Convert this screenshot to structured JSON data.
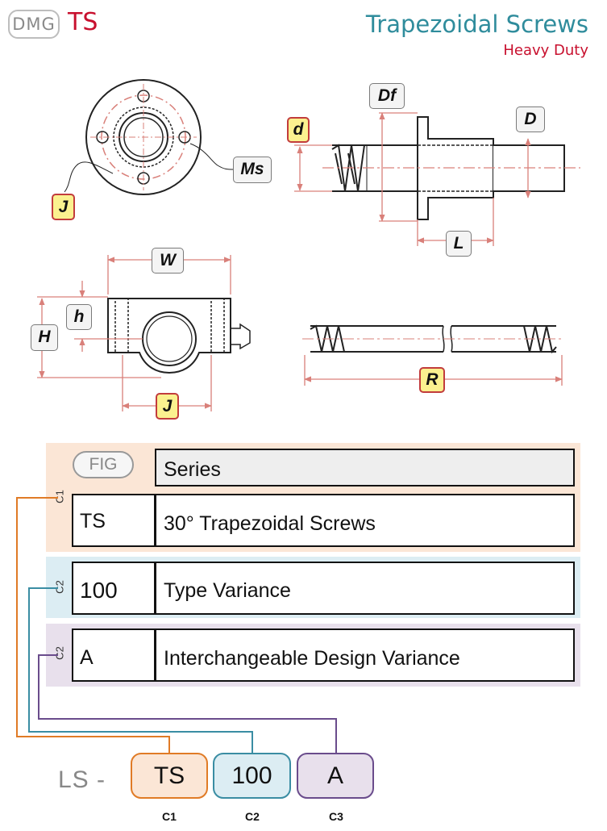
{
  "header": {
    "brand": "DMG",
    "code": "TS",
    "title": "Trapezoidal Screws",
    "subtitle": "Heavy Duty"
  },
  "dimension_labels": {
    "df": "Df",
    "d_small": "d",
    "d_large": "D",
    "ms": "Ms",
    "j_top": "J",
    "l": "L",
    "w": "W",
    "h_small": "h",
    "h_large": "H",
    "j_bottom": "J",
    "r": "R"
  },
  "table": {
    "fig_label": "FIG",
    "series_label": "Series",
    "rows": [
      {
        "group": "C1",
        "code": "TS",
        "description": "30°  Trapezoidal Screws"
      },
      {
        "group": "C2",
        "code": "100",
        "description": "Type Variance"
      },
      {
        "group": "C2",
        "code": "A",
        "description": "Interchangeable Design Variance"
      }
    ]
  },
  "part_number": {
    "prefix": "LS -",
    "codes": [
      {
        "value": "TS",
        "caption": "C1",
        "fill": "#fbe6d6",
        "border": "#e07b26"
      },
      {
        "value": "100",
        "caption": "C2",
        "fill": "#dcedf3",
        "border": "#3a8da3"
      },
      {
        "value": "A",
        "caption": "C3",
        "fill": "#e8e0ec",
        "border": "#6a4c8c"
      }
    ]
  },
  "colors": {
    "accent_teal": "#2f8c9c",
    "accent_red": "#c8102e",
    "dimension_line": "#d9807a",
    "c1_line": "#e07b26",
    "c2_line": "#3a8da3",
    "c3_line": "#6a4c8c"
  }
}
